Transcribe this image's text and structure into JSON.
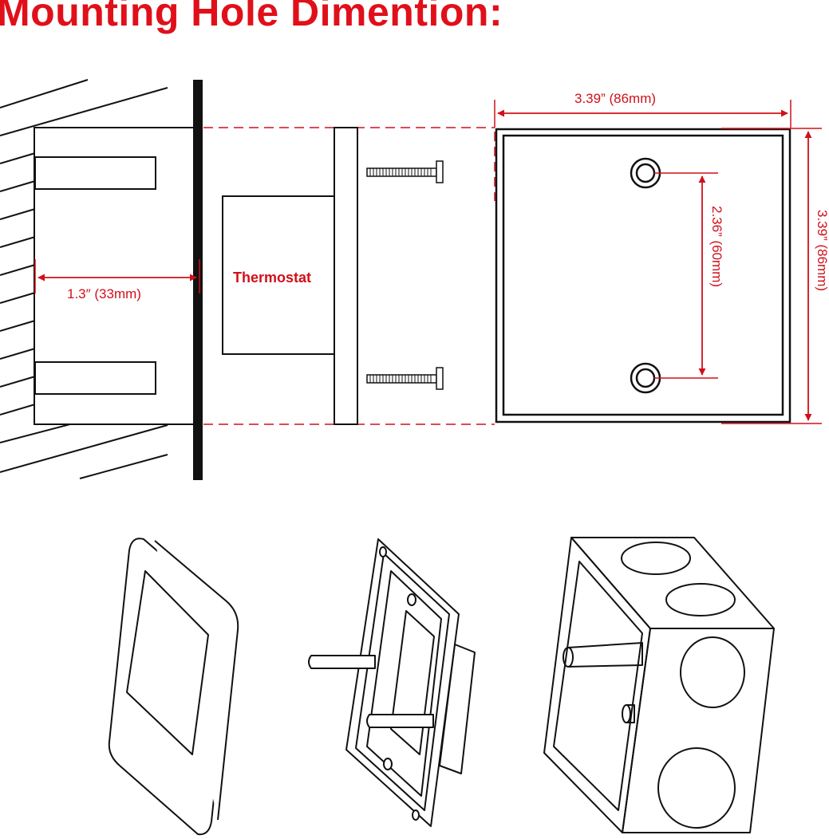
{
  "title": "Mounting Hole Dimention:",
  "labels": {
    "thermostat": "Thermostat",
    "depth": "1.3″ (33mm)",
    "box_width": "3.39” (86mm)",
    "box_height": "3.39” (86mm)",
    "hole_spacing": "2.36” (60mm)"
  },
  "colors": {
    "accent": "#e0101a",
    "line": "#111111"
  }
}
